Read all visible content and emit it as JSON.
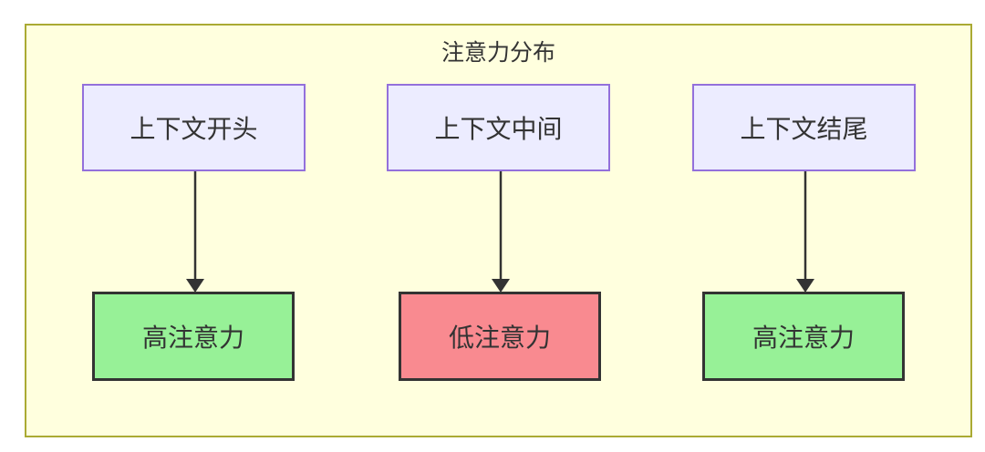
{
  "diagram": {
    "title": "注意力分布",
    "nodes": {
      "context": [
        {
          "id": "context-start",
          "label": "上下文开头"
        },
        {
          "id": "context-middle",
          "label": "上下文中间"
        },
        {
          "id": "context-end",
          "label": "上下文结尾"
        }
      ],
      "results": [
        {
          "id": "attention-high-1",
          "label": "高注意力",
          "level": "high"
        },
        {
          "id": "attention-low-1",
          "label": "低注意力",
          "level": "low"
        },
        {
          "id": "attention-high-2",
          "label": "高注意力",
          "level": "high"
        }
      ]
    },
    "edges": [
      {
        "from": "上下文开头",
        "to": "高注意力"
      },
      {
        "from": "上下文中间",
        "to": "低注意力"
      },
      {
        "from": "上下文结尾",
        "to": "高注意力"
      }
    ],
    "colors": {
      "page_background": "#FFFFFF",
      "cluster_fill": "#FFFFDE",
      "cluster_border": "#AAAA33",
      "context_node_fill": "#ECECFF",
      "context_node_border": "#9370DB",
      "high_attention_fill": "#97F197",
      "low_attention_fill": "#F98A90",
      "result_node_border": "#333333",
      "text": "#333333",
      "arrow": "#333333"
    }
  }
}
